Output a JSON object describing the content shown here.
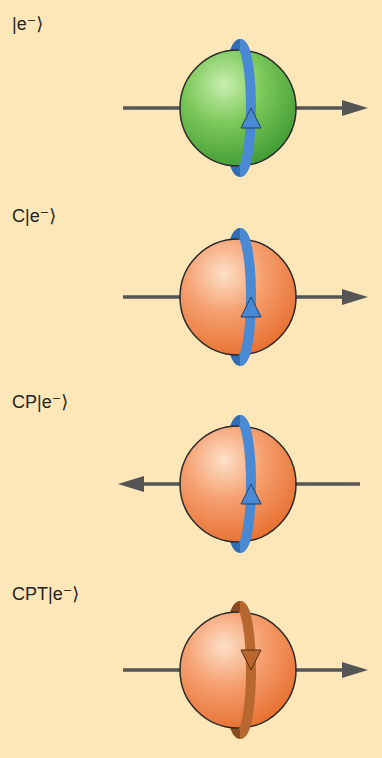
{
  "diagram": {
    "labels": [
      "|e⁻⟩",
      "C|e⁻⟩",
      "CP|e⁻⟩",
      "CPT|e⁻⟩"
    ]
  }
}
